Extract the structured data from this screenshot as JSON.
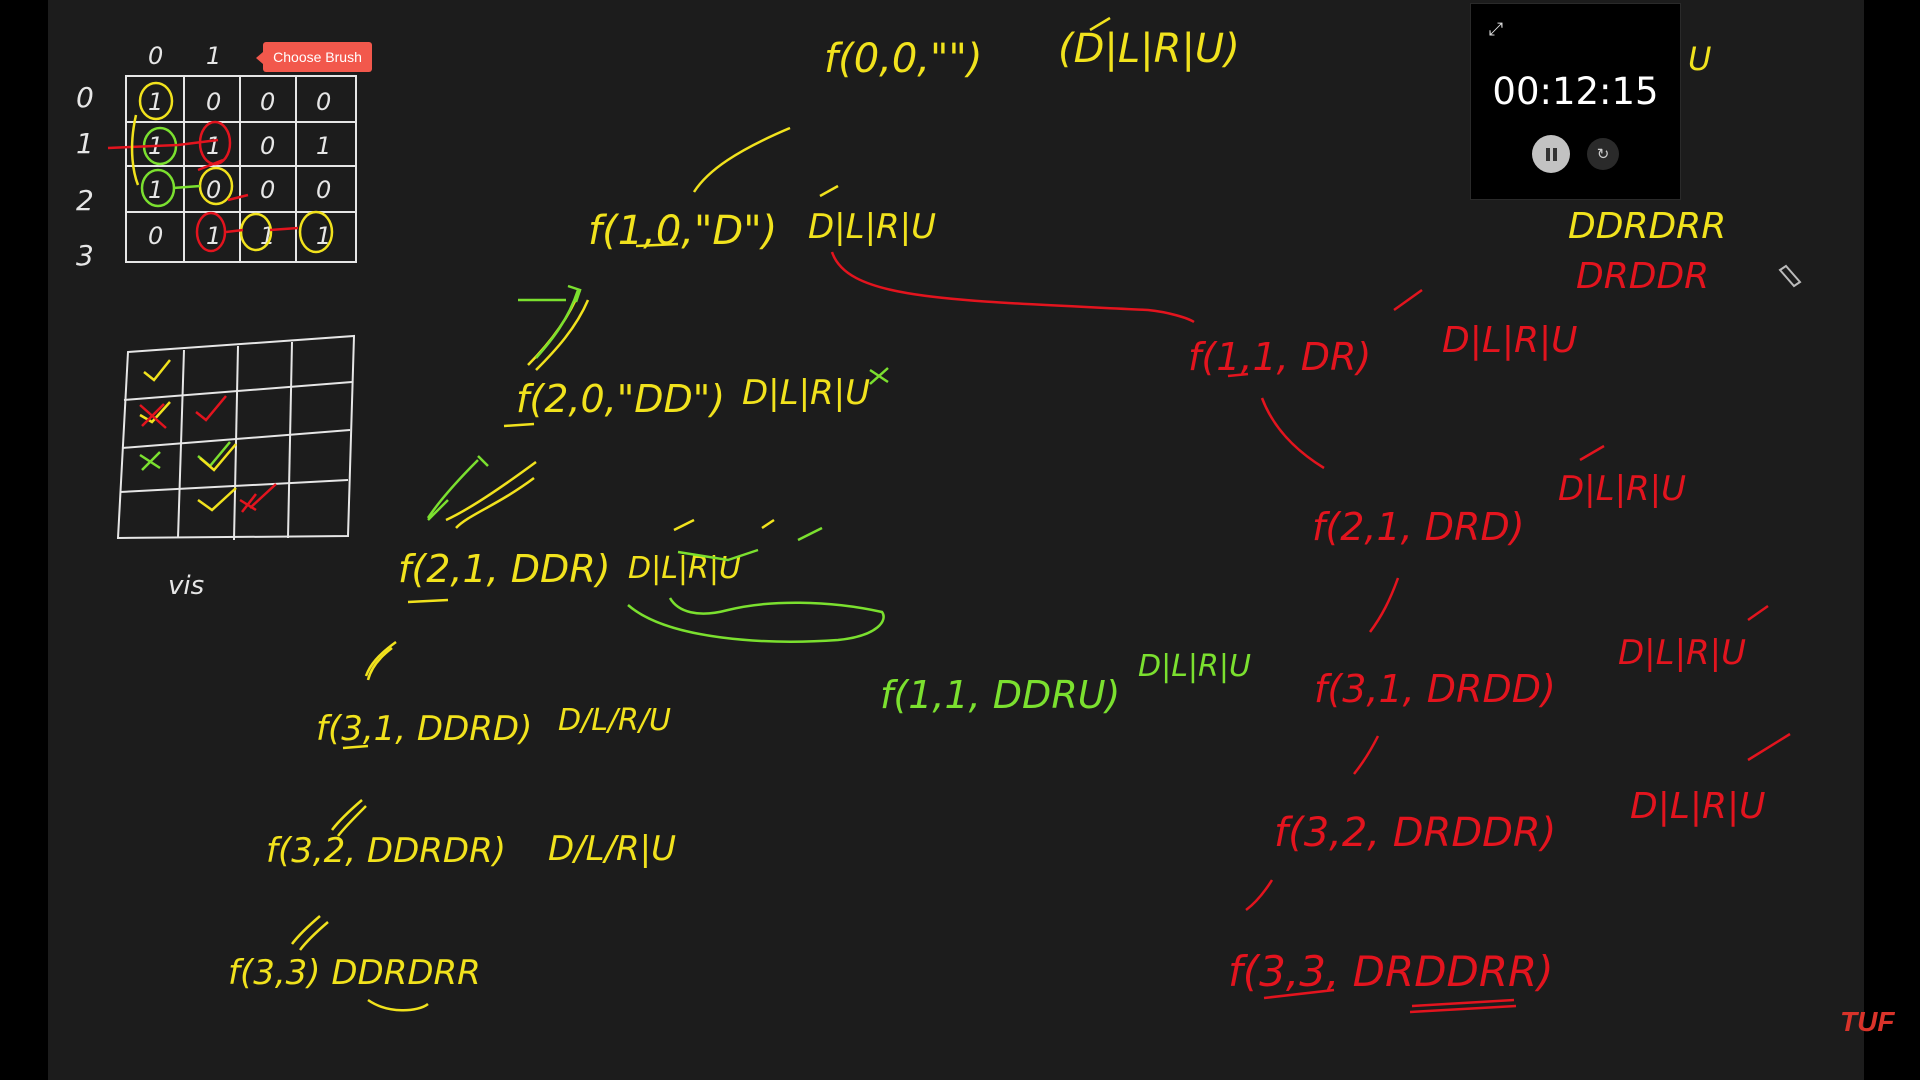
{
  "toolbar": {
    "choose_brush": "Choose Brush"
  },
  "timer": {
    "time": "00:12:15",
    "pause_icon": "pause-icon",
    "reset_icon": "reset-icon",
    "expand_icon": "expand-icon"
  },
  "logo": "TUF",
  "colors": {
    "yellow": "#f1e21d",
    "green": "#7be02f",
    "red": "#e3141e",
    "white": "#e6e6e6",
    "accent": "#f2584c"
  },
  "grid": {
    "col_headers": [
      "0",
      "1"
    ],
    "row_headers": [
      "0",
      "1",
      "2",
      "3"
    ],
    "cells": [
      [
        "1",
        "0",
        "0",
        "0"
      ],
      [
        "1",
        "1",
        "0",
        "1"
      ],
      [
        "1",
        "0",
        "0",
        "0"
      ],
      [
        "0",
        "1",
        "1",
        "1"
      ]
    ],
    "vis_label": "vis"
  },
  "tree": {
    "root": "f(0,0,\"\")",
    "root_dirs": "(D|L|R|U)",
    "n1": "f(1,0,\"D\")",
    "n1_dirs": "D|L|R|U",
    "n2": "f(2,0,\"DD\")",
    "n2_dirs": "D|L|R|U",
    "n3": "f(2,1, DDR)",
    "n3_dirs": "D|L|R|U",
    "n4": "f(3,1, DDRD)",
    "n4_dirs": "D/L/R/U",
    "n5": "f(3,2, DDRDR)",
    "n5_dirs": "D/L/R|U",
    "n6": "f(3,3) DDRDRR",
    "g1": "f(1,1, DDRU)",
    "g1_dirs": "D|L|R|U",
    "r1": "f(1,1, DR)",
    "r1_dirs": "D|L|R|U",
    "r2": "f(2,1, DRD)",
    "r2_dirs": "D|L|R|U",
    "r3": "f(3,1, DRDD)",
    "r3_dirs": "D|L|R|U",
    "r4": "f(3,2, DRDDR)",
    "r4_dirs": "D|L|R|U",
    "r5": "f(3,3, DRDDRR)",
    "ans1": "DDRDRR",
    "ans2": "DRDDR",
    "stray_u": "U"
  }
}
